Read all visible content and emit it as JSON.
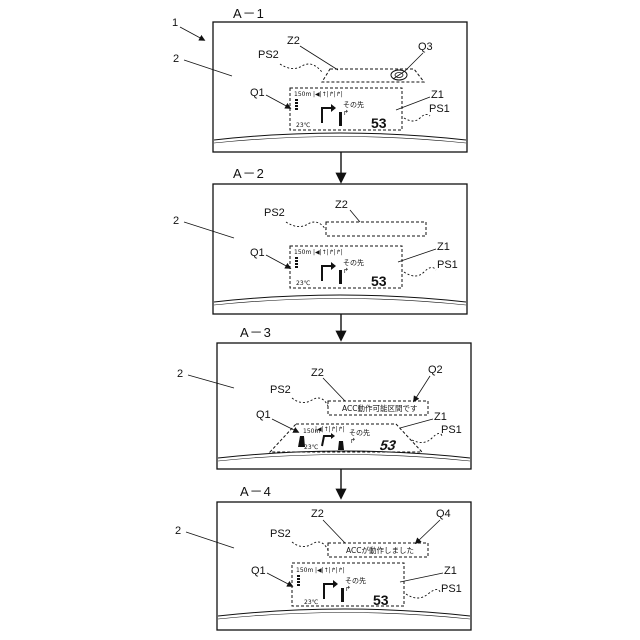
{
  "figure": {
    "ref_numeral": "1",
    "windshield_ref": "2"
  },
  "states": [
    {
      "id": "A-1",
      "title": "A－1",
      "labels": {
        "ps2": "PS2",
        "z2": "Z2",
        "q3": "Q3",
        "q1": "Q1",
        "z1": "Z1",
        "ps1": "PS1"
      },
      "hud": {
        "distance": "150m",
        "lane_marks": "|◀|↑|↱|↱|",
        "next_label": "その先",
        "temperature": "23℃",
        "speed": "53"
      },
      "z2_message": ""
    },
    {
      "id": "A-2",
      "title": "A－2",
      "labels": {
        "ps2": "PS2",
        "z2": "Z2",
        "q1": "Q1",
        "z1": "Z1",
        "ps1": "PS1"
      },
      "hud": {
        "distance": "150m",
        "lane_marks": "|◀|↑|↱|↱|",
        "next_label": "その先",
        "temperature": "23℃",
        "speed": "53"
      },
      "z2_message": ""
    },
    {
      "id": "A-3",
      "title": "A－3",
      "labels": {
        "ps2": "PS2",
        "z2": "Z2",
        "q2": "Q2",
        "q1": "Q1",
        "z1": "Z1",
        "ps1": "PS1"
      },
      "hud": {
        "distance": "150m",
        "lane_marks": "|◀|↑|↱|↱|",
        "next_label": "その先",
        "temperature": "23℃",
        "speed": "53"
      },
      "z2_message": "ACC動作可能区間です"
    },
    {
      "id": "A-4",
      "title": "A－4",
      "labels": {
        "ps2": "PS2",
        "z2": "Z2",
        "q4": "Q4",
        "q1": "Q1",
        "z1": "Z1",
        "ps1": "PS1"
      },
      "hud": {
        "distance": "150m",
        "lane_marks": "|◀|↑|↱|↱|",
        "next_label": "その先",
        "temperature": "23℃",
        "speed": "53"
      },
      "z2_message": "ACCが動作しました"
    }
  ]
}
